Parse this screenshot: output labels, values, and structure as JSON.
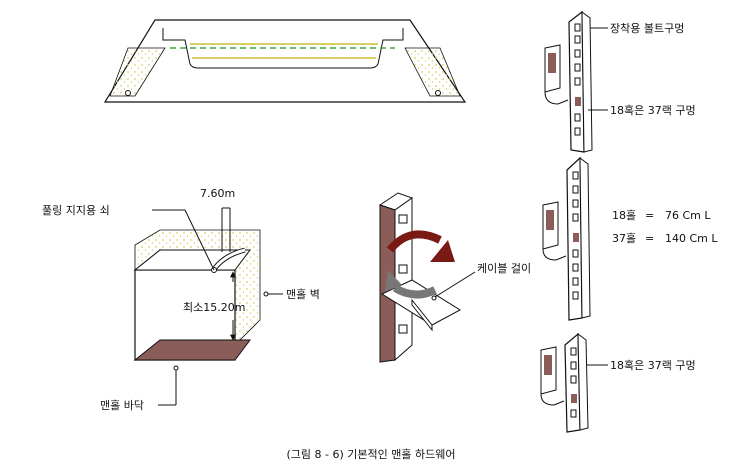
{
  "labels": {
    "mount_bolt_holes": "장착용 볼트구멍",
    "holes_18_37_top": "18혹은 37랙 구멍",
    "holes_18_37_bottom": "18혹은 37랙 구멍",
    "count_18": "18홀",
    "eq1": "=",
    "len_18": "76 Cm L",
    "count_37": "37홀",
    "eq2": "=",
    "len_37": "140 Cm L",
    "pulling_iron": "풀링 지지용 쇠",
    "dim_top": "7.60m",
    "dim_min": "최소15.20m",
    "manhole_wall": "맨홀 벽",
    "manhole_floor": "맨홀 바닥",
    "cable_hook": "케이블 걸이",
    "caption": "(그림 8 - 6) 기본적인 맨홀 하드웨어"
  },
  "colors": {
    "brown": "#8a5d58",
    "dark_red": "#7a1a14",
    "yellow_dots": "#d9cf64",
    "green_dash": "#3ca83c",
    "gray_arrow": "#777777"
  }
}
